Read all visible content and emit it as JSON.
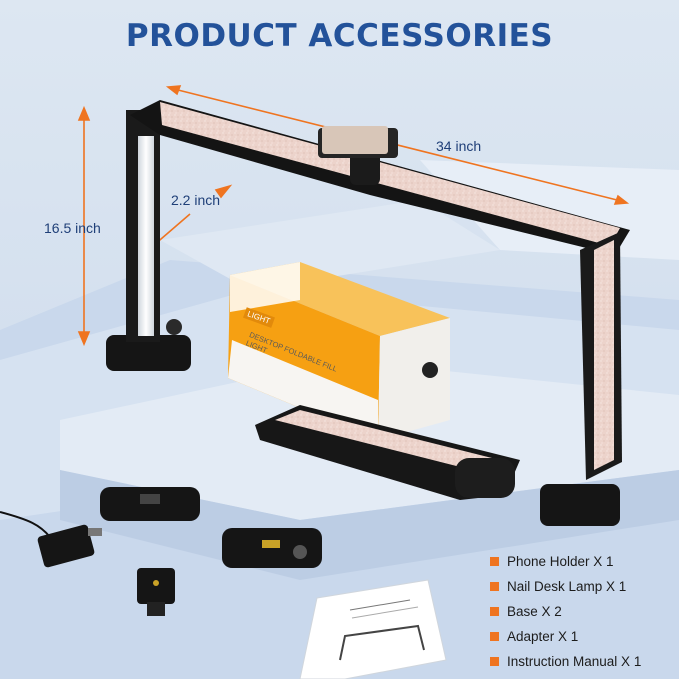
{
  "title": "PRODUCT ACCESSORIES",
  "dimensions": {
    "width": "34 inch",
    "height": "16.5 inch",
    "depth": "2.2 inch"
  },
  "box": {
    "brand": "LIGHT",
    "product_text": "DESKTOP FOLDABLE FILL LIGHT"
  },
  "accessories": [
    {
      "label": "Phone Holder X 1"
    },
    {
      "label": "Nail Desk Lamp X 1"
    },
    {
      "label": "Base X 2"
    },
    {
      "label": "Adapter X 1"
    },
    {
      "label": "Instruction Manual X 1"
    }
  ],
  "colors": {
    "title": "#23529a",
    "accent": "#ef7420",
    "lamp_frame": "#1a1a1a",
    "glitter": "#ecd4cc",
    "box_orange": "#f6a012"
  },
  "icons": [
    "phone-holder-icon",
    "adapter-icon",
    "base-icon",
    "manual-icon"
  ]
}
